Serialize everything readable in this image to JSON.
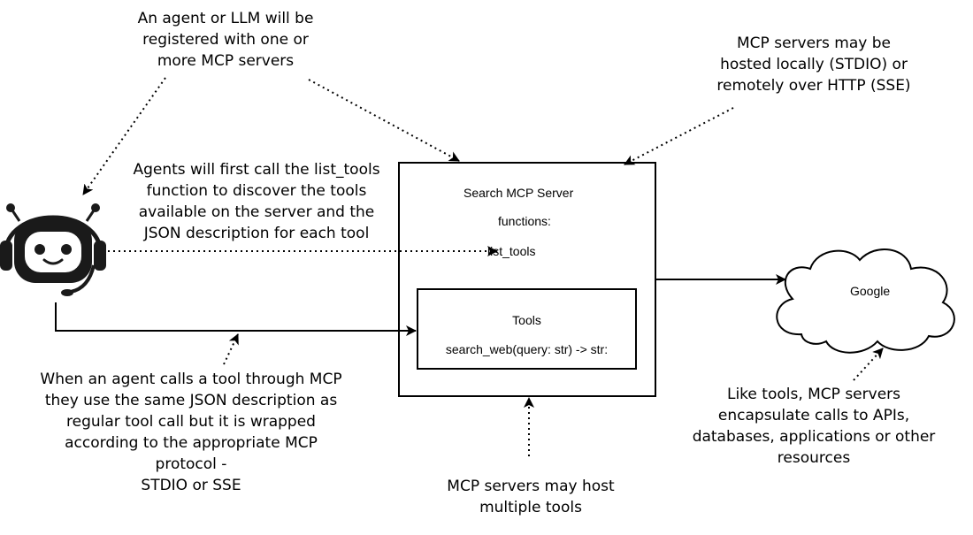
{
  "notes": {
    "agent_registration": "An agent or LLM will be\nregistered with one or\nmore MCP servers",
    "hosting": "MCP servers may be\nhosted locally (STDIO) or\nremotely over HTTP (SSE)",
    "list_tools": "Agents will first call the list_tools\nfunction to discover the tools\navailable on the server and the\nJSON description for each tool",
    "tool_call": "When an agent calls a tool through MCP\nthey use the same JSON description as\nregular tool call but it is wrapped\naccording to the appropriate MCP\nprotocol -\nSTDIO or SSE",
    "encapsulate": "Like tools, MCP servers\nencapsulate calls to APIs,\ndatabases, applications or other\nresources",
    "multiple_tools": "MCP servers may host\nmultiple tools"
  },
  "server": {
    "title": "Search MCP Server",
    "functions_label": "functions:",
    "function_name": "list_tools",
    "tools_title": "Tools",
    "tool_signature": "search_web(query: str) -> str:"
  },
  "cloud": {
    "label": "Google"
  },
  "icons": {
    "agent": "robot-headset-icon",
    "cloud": "cloud-icon"
  },
  "colors": {
    "line": "#000000",
    "agent_fill": "#1a1a1a",
    "agent_face": "#ffffff"
  }
}
